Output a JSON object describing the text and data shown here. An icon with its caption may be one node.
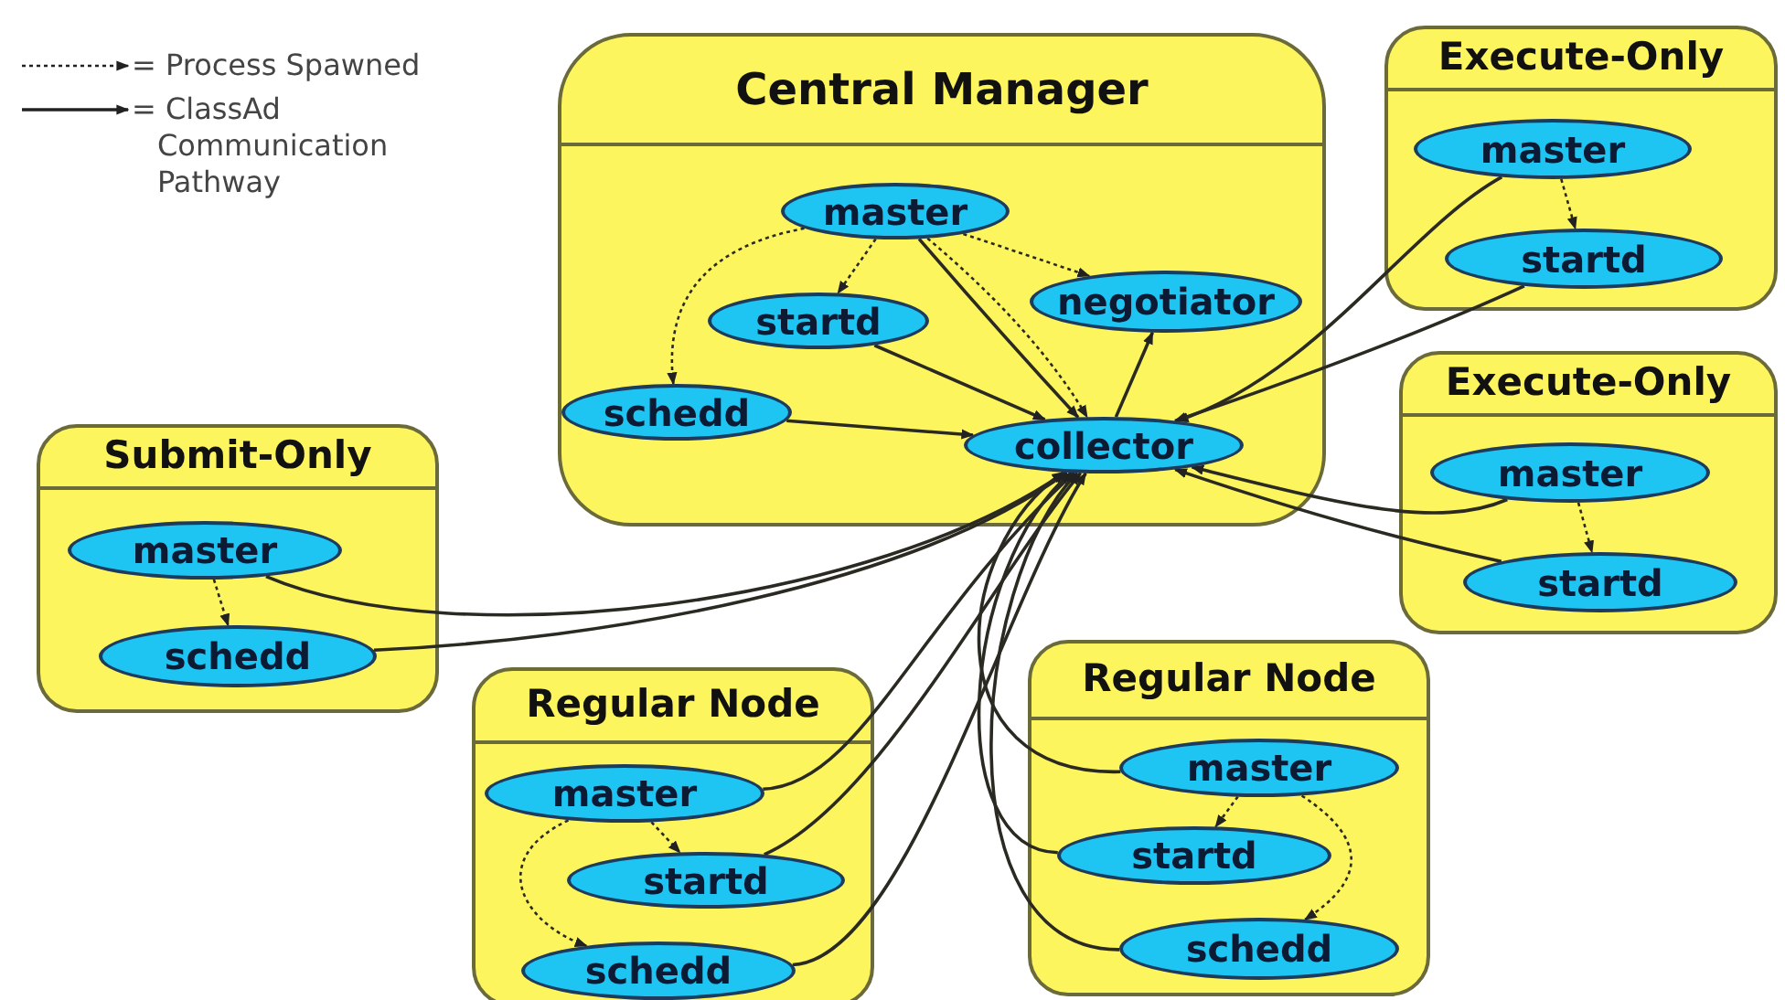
{
  "diagram": {
    "nodes": [
      {
        "text": [
          "Central Manager"
        ]
      },
      {
        "text": [
          "master"
        ],
        "in": 0
      },
      {
        "text": [
          "startd"
        ],
        "in": 0
      },
      {
        "text": [
          "negotiator"
        ],
        "in": 0
      },
      {
        "text": [
          "schedd"
        ],
        "in": 0
      },
      {
        "text": [
          "collector"
        ],
        "in": 0
      },
      {
        "text": [
          "Execute-Only"
        ]
      },
      {
        "text": [
          "master"
        ],
        "in": 6
      },
      {
        "text": [
          "startd"
        ],
        "in": 6
      },
      {
        "text": [
          "Execute-Only"
        ]
      },
      {
        "text": [
          "master"
        ],
        "in": 9
      },
      {
        "text": [
          "startd"
        ],
        "in": 9
      },
      {
        "text": [
          "Submit-Only"
        ]
      },
      {
        "text": [
          "master"
        ],
        "in": 12
      },
      {
        "text": [
          "schedd"
        ],
        "in": 12
      },
      {
        "text": [
          "Regular Node"
        ]
      },
      {
        "text": [
          "master"
        ],
        "in": 15
      },
      {
        "text": [
          "startd"
        ],
        "in": 15
      },
      {
        "text": [
          "schedd"
        ],
        "in": 15
      },
      {
        "text": [
          "Regular Node"
        ]
      },
      {
        "text": [
          "master"
        ],
        "in": 19
      },
      {
        "text": [
          "startd"
        ],
        "in": 19
      },
      {
        "text": [
          "schedd"
        ],
        "in": 19
      }
    ],
    "edges": [
      {
        "from": 1,
        "to": 2,
        "arrow": "to",
        "style": "dashed"
      },
      {
        "from": 1,
        "to": 4,
        "arrow": "to",
        "style": "dashed"
      },
      {
        "from": 1,
        "to": 3,
        "arrow": "to",
        "style": "dashed"
      },
      {
        "from": 1,
        "to": 5,
        "arrow": "to",
        "style": "dashed"
      },
      {
        "from": 1,
        "to": 5,
        "arrow": "to"
      },
      {
        "from": 2,
        "to": 5,
        "arrow": "to"
      },
      {
        "from": 4,
        "to": 5,
        "arrow": "to"
      },
      {
        "from": 5,
        "to": 3,
        "arrow": "to"
      },
      {
        "from": 7,
        "to": 8,
        "arrow": "to",
        "style": "dashed"
      },
      {
        "from": 7,
        "to": 5,
        "arrow": "to"
      },
      {
        "from": 8,
        "to": 5,
        "arrow": "to"
      },
      {
        "from": 10,
        "to": 11,
        "arrow": "to",
        "style": "dashed"
      },
      {
        "from": 10,
        "to": 5,
        "arrow": "to"
      },
      {
        "from": 11,
        "to": 5,
        "arrow": "to"
      },
      {
        "from": 13,
        "to": 14,
        "arrow": "to",
        "style": "dashed"
      },
      {
        "from": 13,
        "to": 5,
        "arrow": "to"
      },
      {
        "from": 14,
        "to": 5,
        "arrow": "to"
      },
      {
        "from": 16,
        "to": 17,
        "arrow": "to",
        "style": "dashed"
      },
      {
        "from": 16,
        "to": 18,
        "arrow": "to",
        "style": "dashed"
      },
      {
        "from": 16,
        "to": 5,
        "arrow": "to"
      },
      {
        "from": 17,
        "to": 5,
        "arrow": "to"
      },
      {
        "from": 18,
        "to": 5,
        "arrow": "to"
      },
      {
        "from": 20,
        "to": 21,
        "arrow": "to",
        "style": "dashed"
      },
      {
        "from": 20,
        "to": 22,
        "arrow": "to",
        "style": "dashed"
      },
      {
        "from": 20,
        "to": 5,
        "arrow": "to"
      },
      {
        "from": 21,
        "to": 5,
        "arrow": "to"
      },
      {
        "from": 22,
        "to": 5,
        "arrow": "to"
      }
    ],
    "legend": [
      {
        "text": "= Process Spawned"
      },
      {
        "text": "= ClassAd Communication Pathway"
      }
    ]
  }
}
